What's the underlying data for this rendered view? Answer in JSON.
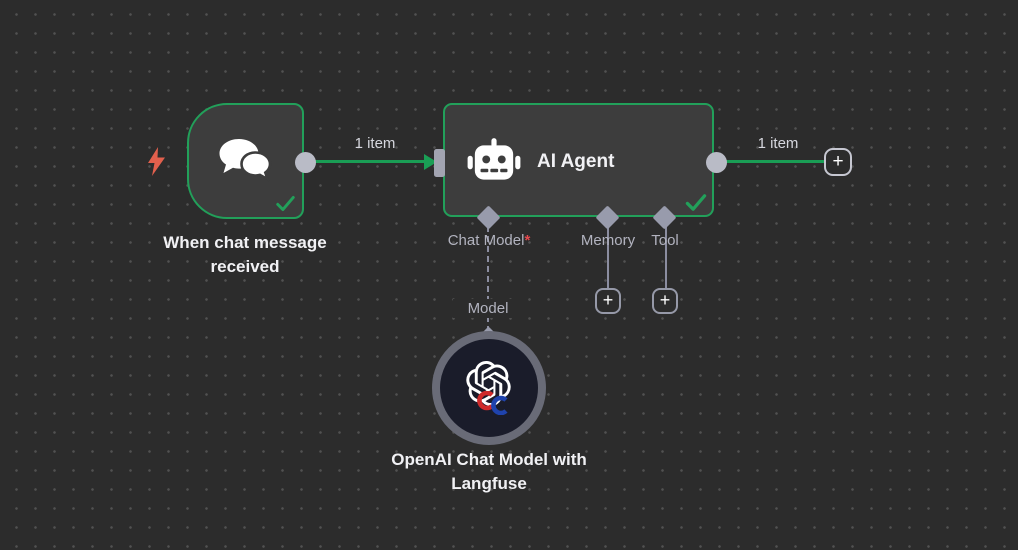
{
  "colors": {
    "canvas_bg": "#2c2c2c",
    "grid_dot": "#515151",
    "node_fill": "#3d3d3d",
    "success_green": "#22a05a",
    "wire_green": "#1a9e55",
    "endpoint_gray": "#b9bbc6",
    "diamond_gray": "#989bac",
    "trigger_bolt_orange": "#e2604d",
    "required_red": "#e5484d",
    "model_circle_fill": "#1a1c2a",
    "model_circle_ring": "#696b77",
    "text_primary": "#f1f1f4",
    "text_secondary": "#b2b3bf"
  },
  "nodes": {
    "chat_trigger": {
      "label": "When chat message received",
      "icon": "chat-bubbles-icon",
      "status": "success"
    },
    "ai_agent": {
      "title": "AI Agent",
      "icon": "robot-icon",
      "status": "success",
      "sub_inputs": [
        {
          "label": "Chat Model",
          "required_marker": "*"
        },
        {
          "label": "Memory",
          "required_marker": ""
        },
        {
          "label": "Tool",
          "required_marker": ""
        }
      ]
    },
    "openai_model": {
      "label": "OpenAI Chat Model with Langfuse",
      "icon": "openai-langfuse-icon",
      "connection_label": "Model"
    }
  },
  "connections": {
    "trigger_to_agent": {
      "label": "1 item"
    },
    "agent_to_next": {
      "label": "1 item"
    }
  },
  "buttons": {
    "add_memory_plus": "+",
    "add_tool_plus": "+",
    "add_next_plus": "+"
  }
}
